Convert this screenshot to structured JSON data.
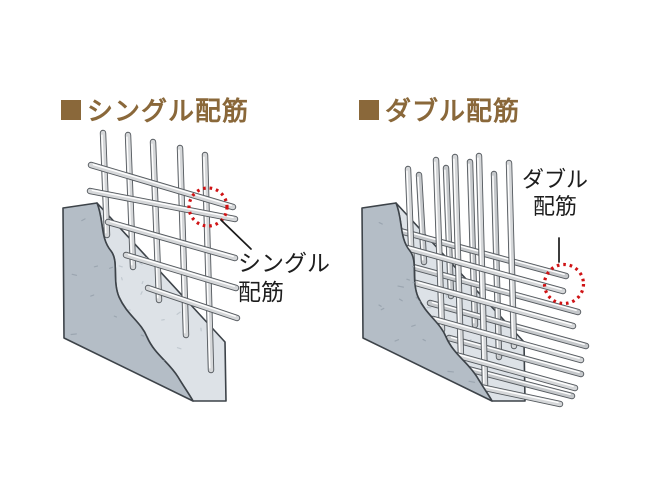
{
  "window": {
    "background": "#ffffff"
  },
  "colors": {
    "title": "#8a683a",
    "annotation_text": "#1d1d1d",
    "highlight_circle": "#cf1315",
    "pointer_line": "#1a1a1a",
    "concrete_face": "#b4bdc6",
    "concrete_inner": "#dde2e7",
    "concrete_outline": "#3d4349",
    "concrete_speckle_dark": "#97a2ac",
    "concrete_speckle_light": "#bdc5cc",
    "rebar_outline": "#54595e",
    "rebar_body": "#d5d7d9",
    "rebar_body_back": "#c5c8cb",
    "rebar_highlight": "#ffffff"
  },
  "icons": {
    "title_marker": "filled-square"
  },
  "sections": [
    {
      "id": "single",
      "title": "シングル配筋",
      "annotation_line1": "シングル",
      "annotation_line2": "配筋"
    },
    {
      "id": "double",
      "title": "ダブル配筋",
      "annotation_line1": "ダブル",
      "annotation_line2": "配筋"
    }
  ]
}
